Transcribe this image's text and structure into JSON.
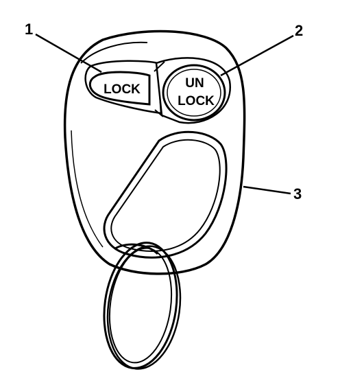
{
  "callouts": {
    "lock_button": "1",
    "unlock_button": "2",
    "fob_housing": "3"
  },
  "buttons": {
    "lock_label": "LOCK",
    "unlock_line1": "UN",
    "unlock_line2": "LOCK"
  },
  "colors": {
    "line": "#000000",
    "background": "#ffffff"
  }
}
